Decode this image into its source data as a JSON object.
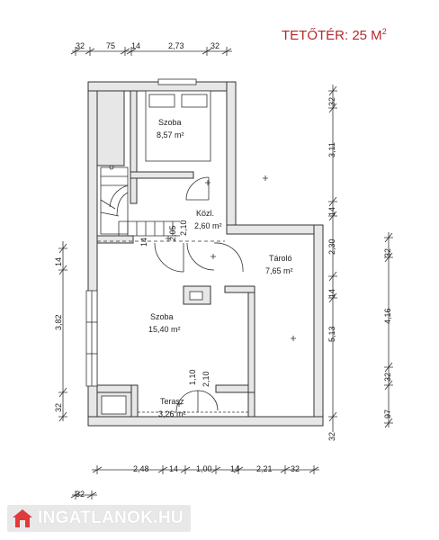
{
  "title": {
    "prefix": "TETŐTÉR: 25 M",
    "sup": "2"
  },
  "rooms": [
    {
      "name": "Szoba",
      "area": "8,57 m²"
    },
    {
      "name": "Közl.",
      "area": "2,60 m²"
    },
    {
      "name": "Tároló",
      "area": "7,65 m²"
    },
    {
      "name": "Szoba",
      "area": "15,40 m²"
    },
    {
      "name": "Terasz",
      "area": "3,26 m²"
    }
  ],
  "dims_top": [
    "32",
    "75",
    "14",
    "2,73",
    "32"
  ],
  "dims_bottom": [
    "2,48",
    "14",
    "1,00",
    "14",
    "2,21",
    "32"
  ],
  "dim_bottom_left": "32",
  "dims_right_inner": [
    "32",
    "3,11",
    "14",
    "2,30",
    "14",
    "5,13",
    "32"
  ],
  "dims_right_outer": [
    "32",
    "4,16",
    "32",
    "97"
  ],
  "dims_left": [
    "14",
    "3,82",
    "32"
  ],
  "dims_internal": [
    "2,05",
    "2,10",
    "14",
    "1,10",
    "2,10"
  ],
  "logo": {
    "text": "INGATLANOK.HU",
    "colors": {
      "logo_red": "#e2393a",
      "title_red": "#b5282a"
    }
  }
}
